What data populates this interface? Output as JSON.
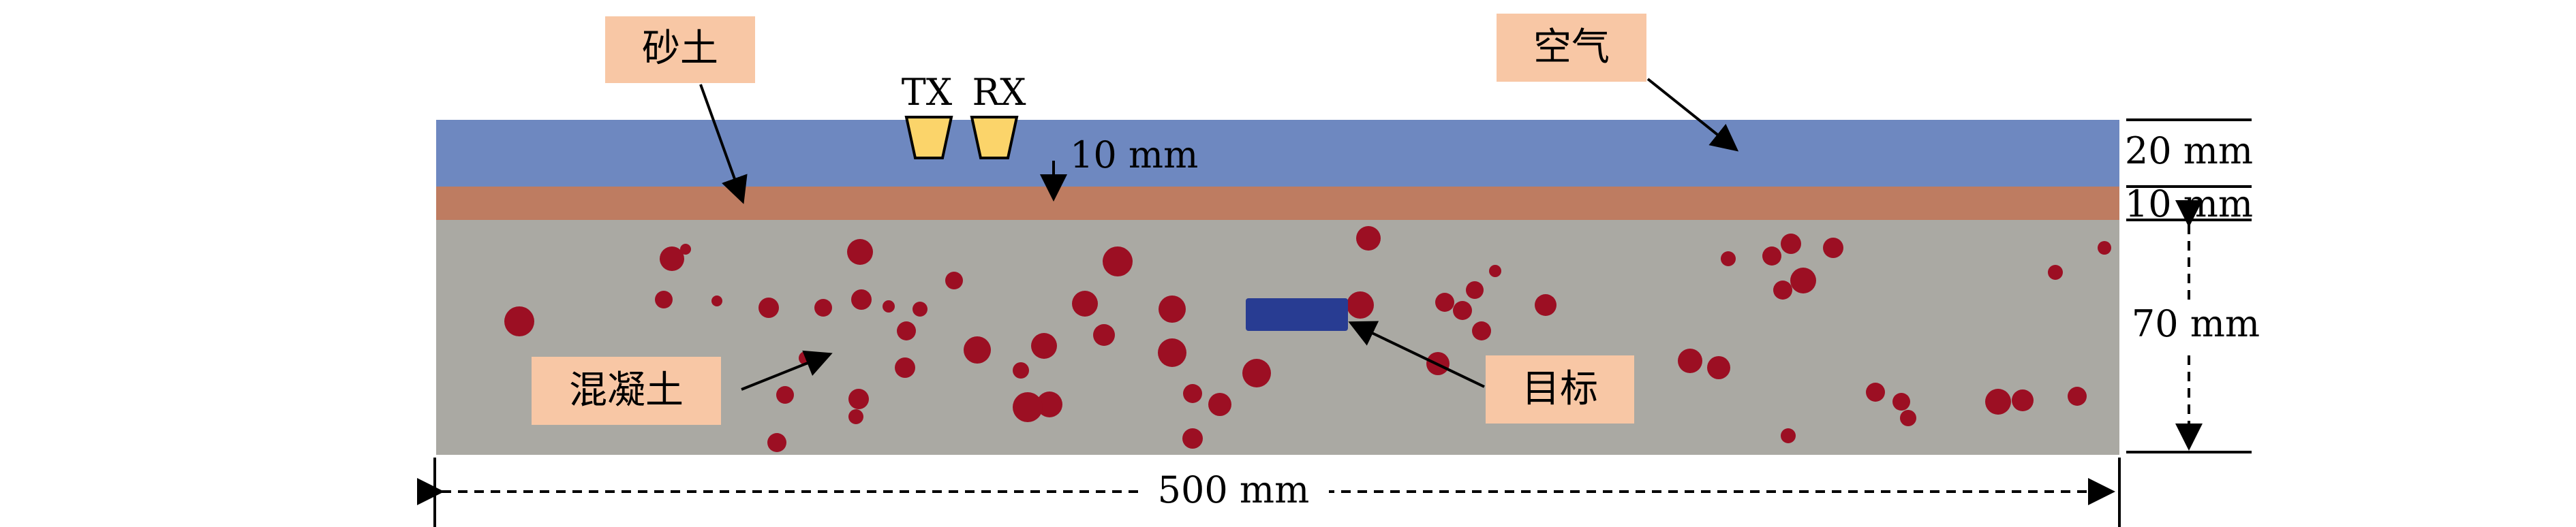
{
  "labels": {
    "sand": "砂土",
    "air": "空气",
    "concrete": "混凝土",
    "target": "目标"
  },
  "antennas": {
    "tx": "TX",
    "rx": "RX"
  },
  "dimensions": {
    "gap": "10 mm",
    "air_thickness": "20 mm",
    "sand_thickness": "10 mm",
    "concrete_thickness": "70 mm",
    "width": "500 mm"
  },
  "colors": {
    "air": "#6e88c0",
    "sand": "#be7c61",
    "concrete": "#aaa9a3",
    "aggregate": "#9c0f23",
    "target": "#283c92",
    "antenna": "#fbd46a",
    "label_box": "#f8c7a5"
  }
}
